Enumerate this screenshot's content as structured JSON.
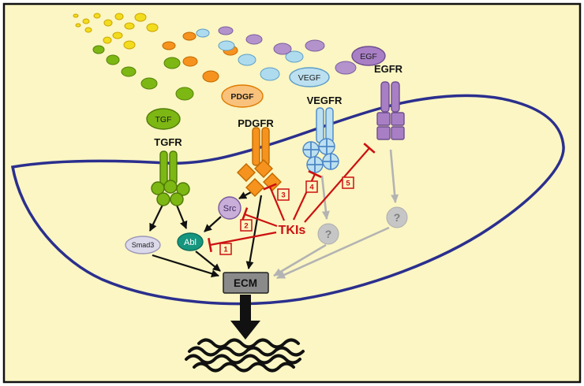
{
  "colors": {
    "background": "#FBF6C3",
    "frame": "#111111",
    "membrane": "#2B2F8E",
    "tgf_green": "#7DB713",
    "pdgf_orange": "#F6921E",
    "vegf_blue": "#BCE0F0",
    "egf_purple": "#A87FC5",
    "inhibitor_red": "#CC1111",
    "ecm_gray": "#8A8A8A",
    "pathway_gray": "#B3B3B3",
    "arrow_black": "#111111"
  },
  "ligands": {
    "tgf": {
      "label": "TGF"
    },
    "pdgf": {
      "label": "PDGF"
    },
    "vegf": {
      "label": "VEGF"
    },
    "egf": {
      "label": "EGF"
    }
  },
  "receptors": {
    "tgfr": {
      "label": "TGFR"
    },
    "pdgfr": {
      "label": "PDGFR"
    },
    "vegfr": {
      "label": "VEGFR"
    },
    "egfr": {
      "label": "EGFR"
    }
  },
  "molecules": {
    "src": {
      "label": "Src"
    },
    "abl": {
      "label": "Abl"
    },
    "smad3": {
      "label": "Smad3"
    },
    "unknown_left": {
      "label": "?"
    },
    "unknown_right": {
      "label": "?"
    }
  },
  "inhibitor": {
    "label": "TKIs",
    "numbers": [
      "1",
      "2",
      "3",
      "4",
      "5"
    ]
  },
  "ecm": {
    "label": "ECM"
  }
}
